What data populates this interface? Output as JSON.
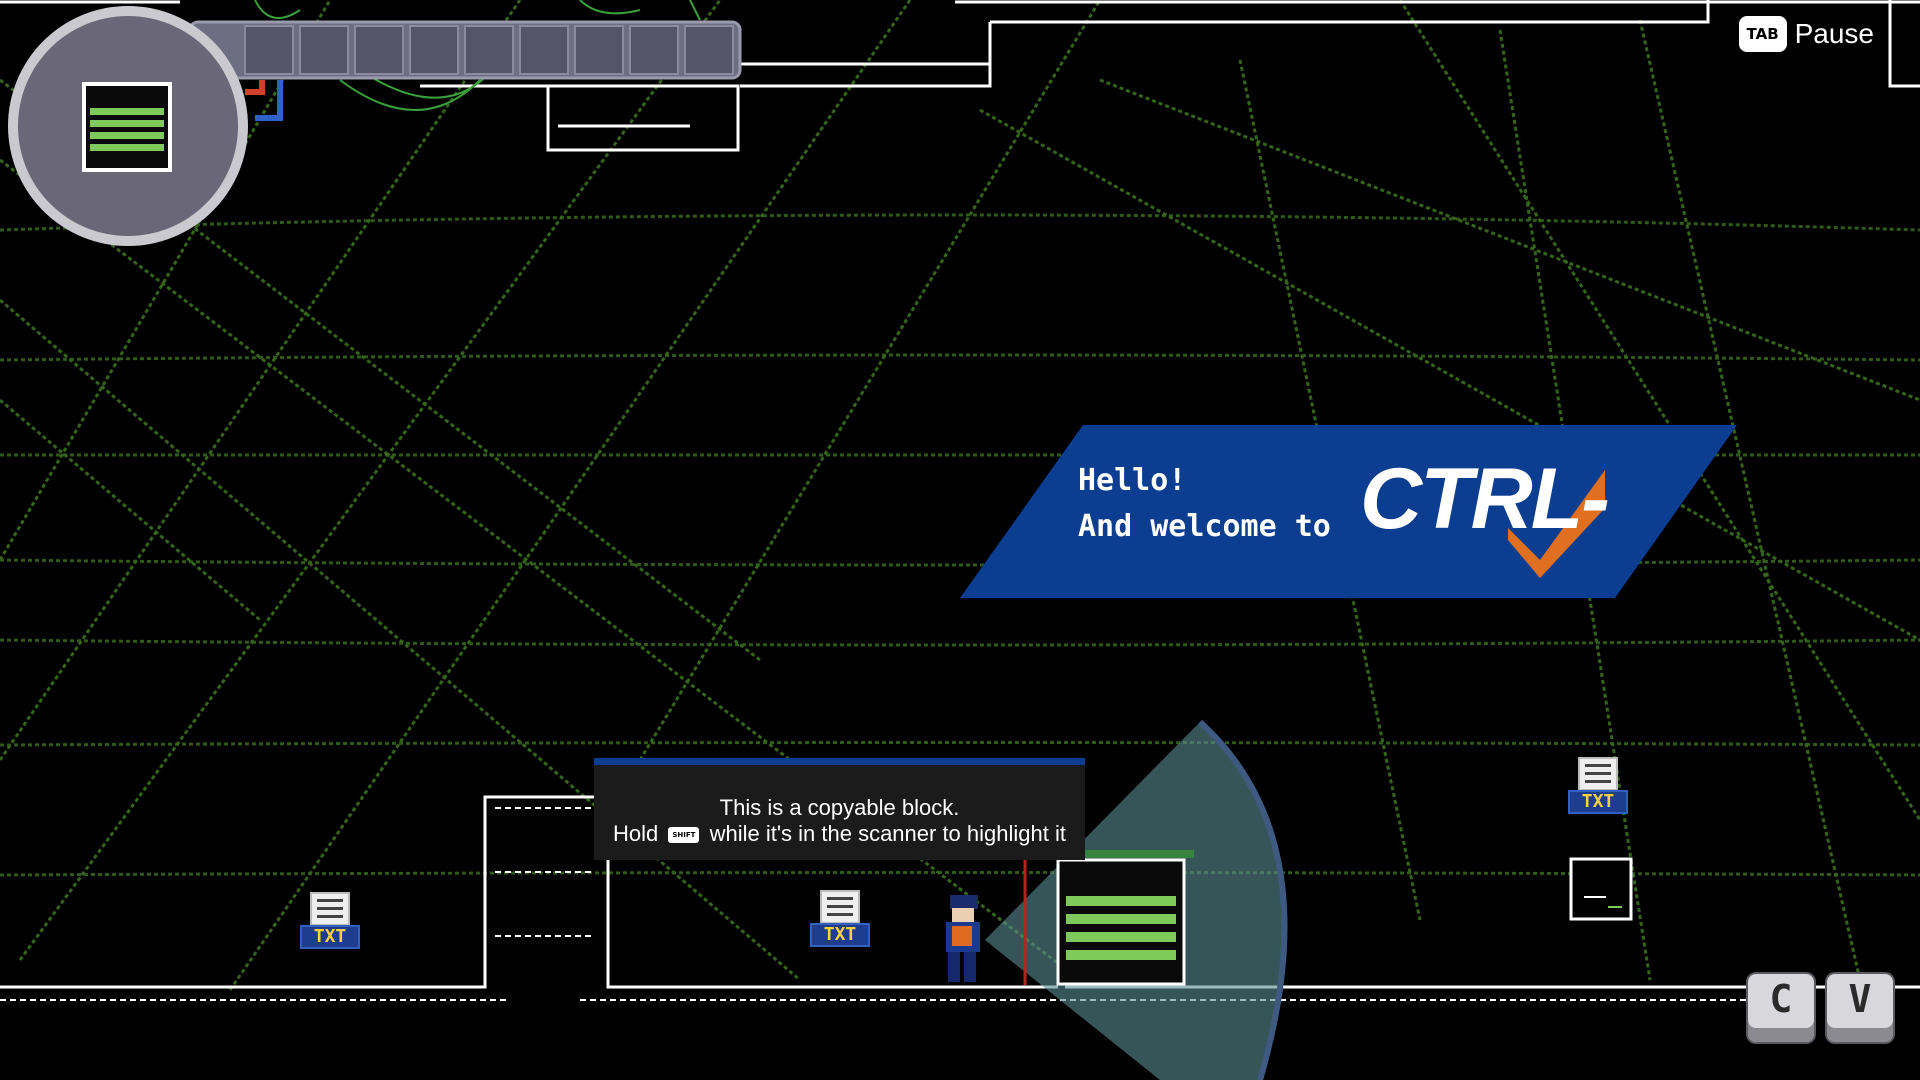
{
  "hud": {
    "pause_key": "TAB",
    "pause_label": "Pause"
  },
  "banner": {
    "line1": "Hello!",
    "line2": "And welcome to",
    "logo_text": "CTRL-"
  },
  "tooltip": {
    "line1": "This is a copyable block.",
    "line2_before": "Hold",
    "key": "SHIFT",
    "line2_after": "while it's in the scanner to highlight it"
  },
  "files": [
    {
      "label": "TXT"
    },
    {
      "label": "TXT"
    },
    {
      "label": "TXT"
    }
  ],
  "hotkeys": {
    "copy": "C",
    "paste": "V"
  },
  "colors": {
    "grid": "#3a6e1c",
    "banner_blue": "#0b3d91",
    "check_orange": "#e0701f",
    "binary_green": "#7ecb5a",
    "scanner_teal": "#7fb8b8"
  }
}
